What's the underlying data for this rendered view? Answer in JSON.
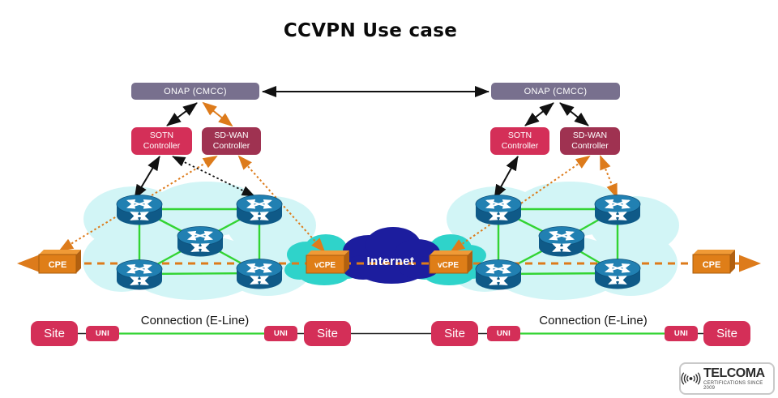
{
  "title": "CCVPN Use case",
  "orchestrators": {
    "onap_left": {
      "label": "ONAP (CMCC)"
    },
    "onap_right": {
      "label": "ONAP (CMCC)"
    }
  },
  "controllers": {
    "sotn_left": {
      "label": "SOTN Controller"
    },
    "sdwan_left": {
      "label": "SD-WAN Controller"
    },
    "sotn_right": {
      "label": "SOTN Controller"
    },
    "sdwan_right": {
      "label": "SD-WAN Controller"
    }
  },
  "edge_devices": {
    "cpe_left": {
      "label": "CPE"
    },
    "vcpe_left": {
      "label": "vCPE"
    },
    "vcpe_right": {
      "label": "vCPE"
    },
    "cpe_right": {
      "label": "CPE"
    }
  },
  "internet": {
    "label": "Internet"
  },
  "bottom": {
    "sites": [
      {
        "label": "Site"
      },
      {
        "label": "Site"
      },
      {
        "label": "Site"
      },
      {
        "label": "Site"
      }
    ],
    "unis": [
      {
        "label": "UNI"
      },
      {
        "label": "UNI"
      },
      {
        "label": "UNI"
      },
      {
        "label": "UNI"
      }
    ],
    "connection_left": {
      "label": "Connection (E-Line)"
    },
    "connection_right": {
      "label": "Connection (E-Line)"
    }
  },
  "logo": {
    "name": "TELCOMA",
    "tagline": "CERTIFICATIONS SINCE 2009"
  },
  "icons": {
    "router": "router-icon",
    "cloud": "cloud-shape",
    "signal": "signal-waves-icon"
  },
  "colors": {
    "onap_box": "#78708e",
    "sotn_box": "#d42f58",
    "sdwan_box": "#9f3251",
    "site_box": "#d42f58",
    "cpe_box": "#df7e18",
    "internet_cloud": "#1c1d9e",
    "vcpe_cloud": "#2fd3ca",
    "mesh_cloud": "#d2f5f6",
    "mesh_link_green": "#33d433",
    "underlay_orange": "#dd7b1b",
    "arrow_black": "#111111"
  }
}
